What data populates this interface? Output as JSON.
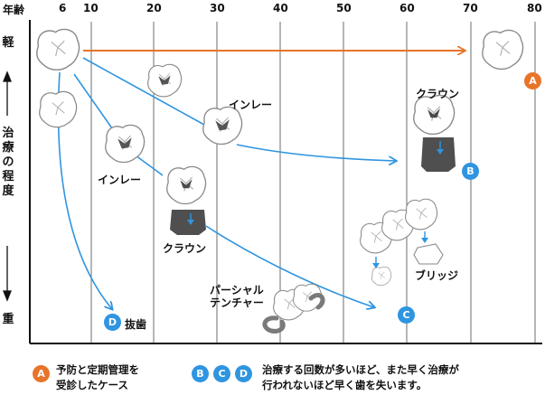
{
  "axis": {
    "age_title": "年齢",
    "ages": [
      "6",
      "10",
      "20",
      "30",
      "40",
      "50",
      "60",
      "70",
      "80"
    ],
    "y_top": "軽",
    "y_middle": "治療の程度",
    "y_bottom": "重"
  },
  "labels": {
    "inlay_upper": "インレー",
    "inlay_lower": "インレー",
    "crown_upper": "クラウン",
    "crown_lower": "クラウン",
    "denture": "パーシャル\nテンチャー",
    "bridge": "ブリッジ",
    "extraction": "抜歯"
  },
  "badges": {
    "a": "A",
    "b": "B",
    "c": "C",
    "d": "D"
  },
  "legend": {
    "a_text": "予防と定期管理を\n受診したケース",
    "bcd_text": "治療する回数が多いほど、また早く治療が\n行われないほど早く歯を失います。"
  },
  "colors": {
    "orange": "#e8742a",
    "blue": "#2f95e0",
    "gridline": "#6e6e6e",
    "tooth_outline": "#8a8a8a",
    "metal": "#555555"
  }
}
